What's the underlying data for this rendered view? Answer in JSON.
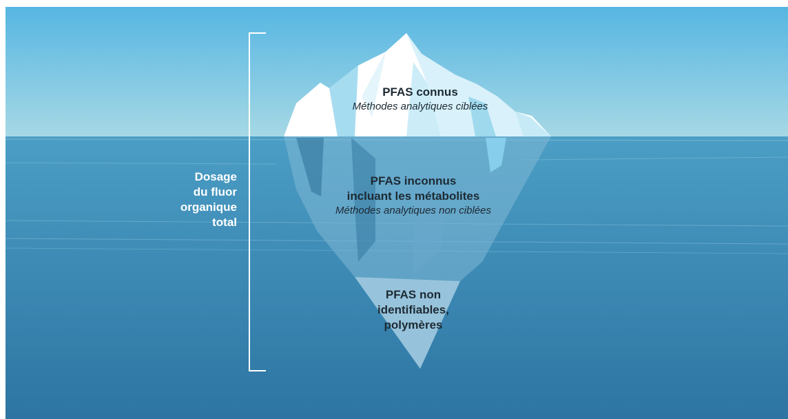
{
  "diagram": {
    "tip": {
      "title": "PFAS connus",
      "subtitle": "Méthodes analytiques ciblées"
    },
    "middle": {
      "title_line1": "PFAS inconnus",
      "title_line2": "incluant les métabolites",
      "subtitle": "Méthodes analytiques non ciblées"
    },
    "bottom": {
      "line1": "PFAS non",
      "line2": "identifiables,",
      "line3": "polymères"
    },
    "bracket_label": {
      "line1": "Dosage",
      "line2": "du fluor",
      "line3": "organique",
      "line4": "total"
    }
  },
  "colors": {
    "sky_top": "#58b7e2",
    "sky_bottom": "#a8d9e6",
    "sea_top": "#4a9cc3",
    "sea_bottom": "#2e75a3",
    "ice_white": "#ffffff",
    "ice_light_blue": "#aee3f6",
    "bracket": "#ffffff"
  }
}
